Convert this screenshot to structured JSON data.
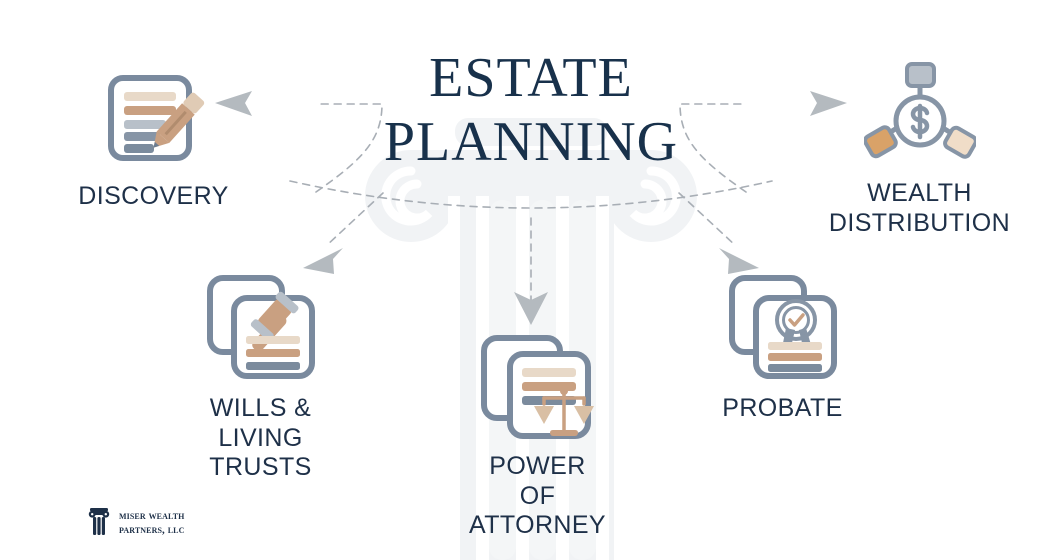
{
  "title": {
    "text": "ESTATE\nPLANNING"
  },
  "colors": {
    "navy": "#18314b",
    "label_navy": "#1e3048",
    "slate": "#7a8a9e",
    "slate_dark": "#6b7c90",
    "tan_light": "#e8d9c8",
    "tan": "#c9a081",
    "tan_mid": "#d4b393",
    "gray_bar": "#b8c0c9",
    "gray_blue": "#8795a6",
    "gray_blue_dark": "#7b8b9d",
    "connector": "#a8aeb5",
    "arrowhead": "#b0b6bc",
    "watermark": "#f1f3f5",
    "background": "#ffffff"
  },
  "watermark": {
    "name": "ionic-column",
    "description": "faint light gray ionic column with scroll volutes"
  },
  "nodes": [
    {
      "id": "discovery",
      "label": "DISCOVERY",
      "icon": "document-with-pencil-icon"
    },
    {
      "id": "wealth-distribution",
      "label": "WEALTH\nDISTRIBUTION",
      "icon": "dollar-distribution-icon"
    },
    {
      "id": "wills-living-trusts",
      "label": "WILLS &\nLIVING\nTRUSTS",
      "icon": "gavel-documents-icon"
    },
    {
      "id": "power-of-attorney",
      "label": "POWER\nOF\nATTORNEY",
      "icon": "scales-documents-icon"
    },
    {
      "id": "probate",
      "label": "PROBATE",
      "icon": "certificate-seal-documents-icon"
    }
  ],
  "connectors": [
    {
      "id": "to-discovery",
      "from": "center",
      "to": "discovery",
      "style": "dashed",
      "arrow": true
    },
    {
      "id": "to-wealth",
      "from": "center",
      "to": "wealth-distribution",
      "style": "dashed",
      "arrow": true
    },
    {
      "id": "to-wills",
      "from": "center",
      "to": "wills-living-trusts",
      "style": "dashed",
      "arrow": true
    },
    {
      "id": "to-power",
      "from": "center",
      "to": "power-of-attorney",
      "style": "dashed",
      "arrow": true
    },
    {
      "id": "to-probate",
      "from": "center",
      "to": "probate",
      "style": "dashed",
      "arrow": true
    }
  ],
  "logo": {
    "text": "MISER WEALTH\nPARTNERS, LLC",
    "icon": "ionic-column-icon"
  }
}
